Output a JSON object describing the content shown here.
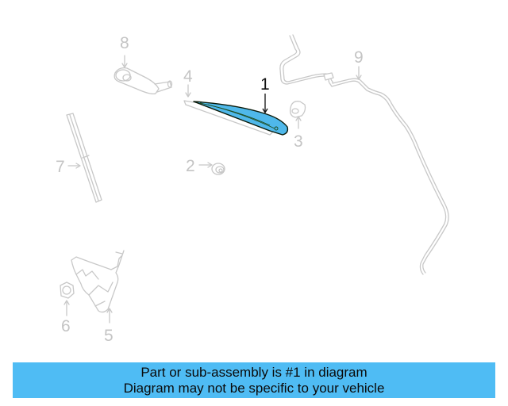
{
  "diagram": {
    "highlight_color": "#4fb8ea",
    "line_color": "#c8c8c8",
    "callouts": [
      {
        "id": "1",
        "label": "1",
        "part": "rear wiper arm",
        "highlighted": true
      },
      {
        "id": "2",
        "label": "2",
        "part": "nut"
      },
      {
        "id": "3",
        "label": "3",
        "part": "cap"
      },
      {
        "id": "4",
        "label": "4",
        "part": "wiper blade insert"
      },
      {
        "id": "5",
        "label": "5",
        "part": "wiper motor"
      },
      {
        "id": "6",
        "label": "6",
        "part": "nut"
      },
      {
        "id": "7",
        "label": "7",
        "part": "wiper blade"
      },
      {
        "id": "8",
        "label": "8",
        "part": "washer nozzle"
      },
      {
        "id": "9",
        "label": "9",
        "part": "washer hose"
      }
    ]
  },
  "banner": {
    "line1": "Part or sub-assembly is #1 in diagram",
    "line2": "Diagram may not be specific to your vehicle",
    "color": "#4fbcf4"
  }
}
